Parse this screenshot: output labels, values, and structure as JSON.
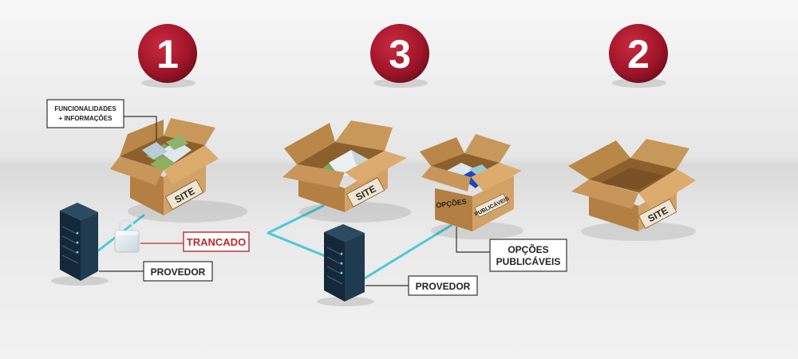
{
  "steps": [
    {
      "number": "1",
      "box_label": "SITE",
      "callout_contents": [
        "FUNCIONALIDADES",
        "+ INFORMAÇÕES"
      ],
      "callout_lock": "TRANCADO",
      "callout_server": "PROVEDOR"
    },
    {
      "number": "3",
      "box_label": "SITE",
      "small_box_label_1": "OPÇÕES",
      "small_box_label_2": "PUBLICÁVEIS",
      "callout_options": [
        "OPÇÕES",
        "PUBLICÁVEIS"
      ],
      "callout_server": "PROVEDOR"
    },
    {
      "number": "2",
      "box_label": "SITE"
    }
  ],
  "colors": {
    "badge": "#a3162b",
    "cardboard": "#cf9e63",
    "server": "#1c3346",
    "cable": "#4fc9d3",
    "locked": "#c0282f"
  }
}
